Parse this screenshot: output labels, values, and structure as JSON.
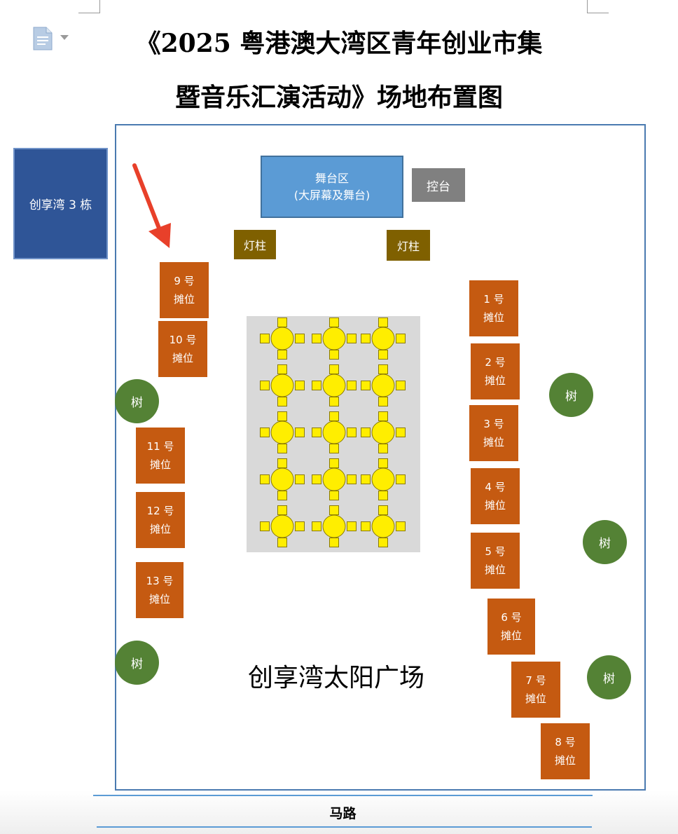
{
  "title": {
    "line1": "《2025 粤港澳大湾区青年创业市集",
    "line2": "暨音乐汇演活动》场地布置图"
  },
  "building": {
    "label": "创享湾 3 栋"
  },
  "stage": {
    "line1": "舞台区",
    "line2": "(大屏幕及舞台)"
  },
  "console": {
    "label": "控台"
  },
  "pillars": [
    {
      "label": "灯柱"
    },
    {
      "label": "灯柱"
    }
  ],
  "stalls": [
    {
      "number": "1 号",
      "label": "摊位"
    },
    {
      "number": "2 号",
      "label": "摊位"
    },
    {
      "number": "3 号",
      "label": "摊位"
    },
    {
      "number": "4 号",
      "label": "摊位"
    },
    {
      "number": "5 号",
      "label": "摊位"
    },
    {
      "number": "6 号",
      "label": "摊位"
    },
    {
      "number": "7 号",
      "label": "摊位"
    },
    {
      "number": "8 号",
      "label": "摊位"
    },
    {
      "number": "9 号",
      "label": "摊位"
    },
    {
      "number": "10 号",
      "label": "摊位"
    },
    {
      "number": "11 号",
      "label": "摊位"
    },
    {
      "number": "12 号",
      "label": "摊位"
    },
    {
      "number": "13 号",
      "label": "摊位"
    }
  ],
  "trees": [
    {
      "label": "树"
    },
    {
      "label": "树"
    },
    {
      "label": "树"
    },
    {
      "label": "树"
    },
    {
      "label": "树"
    }
  ],
  "plaza": {
    "name": "创享湾太阳广场"
  },
  "road": {
    "label": "马路"
  },
  "seating": {
    "rows": 5,
    "columns": 3
  },
  "colors": {
    "stall": "#c55a11",
    "tree": "#548235",
    "stage": "#5b9bd5",
    "building": "#2f5597",
    "pillar": "#7f6000",
    "console": "#808080",
    "table": "#ffee00",
    "arrow": "#e8402a"
  },
  "icons": {
    "document": "document-icon",
    "dropdown": "chevron-down-icon",
    "pointer": "red-arrow-icon"
  }
}
